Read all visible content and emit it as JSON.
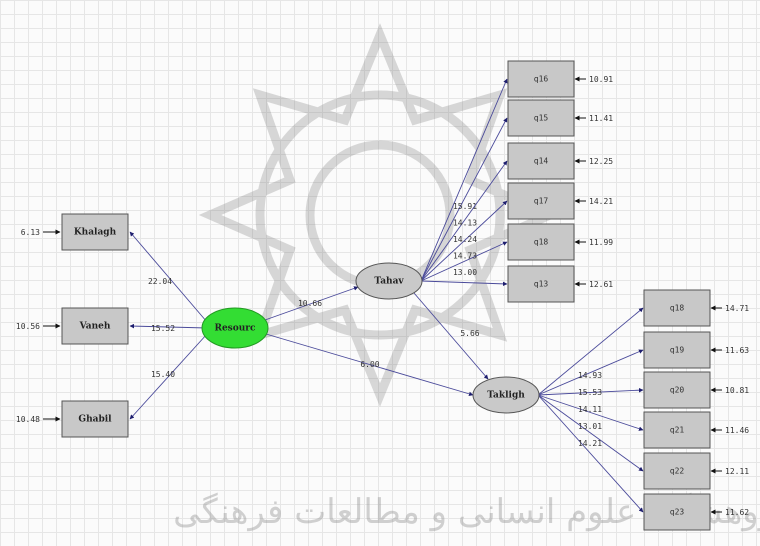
{
  "colors": {
    "exogenous": "#33dd33",
    "latent": "#c9c9c9",
    "box": "#c8c8c8",
    "arrow": "#4a4a9a"
  },
  "exogenous": {
    "label": "Resourc",
    "paths": [
      "22.04",
      "15.52",
      "15.40"
    ]
  },
  "observed_left": [
    {
      "label": "Khalagh",
      "error": "6.13"
    },
    {
      "label": "Vaneh",
      "error": "10.56"
    },
    {
      "label": "Ghabil",
      "error": "10.48"
    }
  ],
  "latents": [
    {
      "label": "Tahav",
      "from_exogenous": "10.66"
    },
    {
      "label": "Takligh",
      "from_exogenous": "6.00",
      "from_tahav": "5.66"
    }
  ],
  "tahav_items": [
    {
      "label": "q16",
      "loading": "",
      "error": "10.91"
    },
    {
      "label": "q15",
      "loading": "15.91",
      "error": "11.41"
    },
    {
      "label": "q14",
      "loading": "14.13",
      "error": "12.25"
    },
    {
      "label": "q17",
      "loading": "14.24",
      "error": "14.21"
    },
    {
      "label": "q18",
      "loading": "14.73",
      "error": "11.99"
    },
    {
      "label": "q13",
      "loading": "13.00",
      "error": "12.61"
    }
  ],
  "takligh_items": [
    {
      "label": "q18",
      "loading": "",
      "error": "14.71"
    },
    {
      "label": "q19",
      "loading": "14.93",
      "error": "11.63"
    },
    {
      "label": "q20",
      "loading": "15.53",
      "error": "10.81"
    },
    {
      "label": "q21",
      "loading": "14.11",
      "error": "11.46"
    },
    {
      "label": "q22",
      "loading": "13.01",
      "error": "12.11"
    },
    {
      "label": "q23",
      "loading": "14.21",
      "error": "11.62"
    }
  ],
  "watermark": {
    "text": "پژوهشگاه علوم انسانی و مطالعات فرهنگی"
  }
}
